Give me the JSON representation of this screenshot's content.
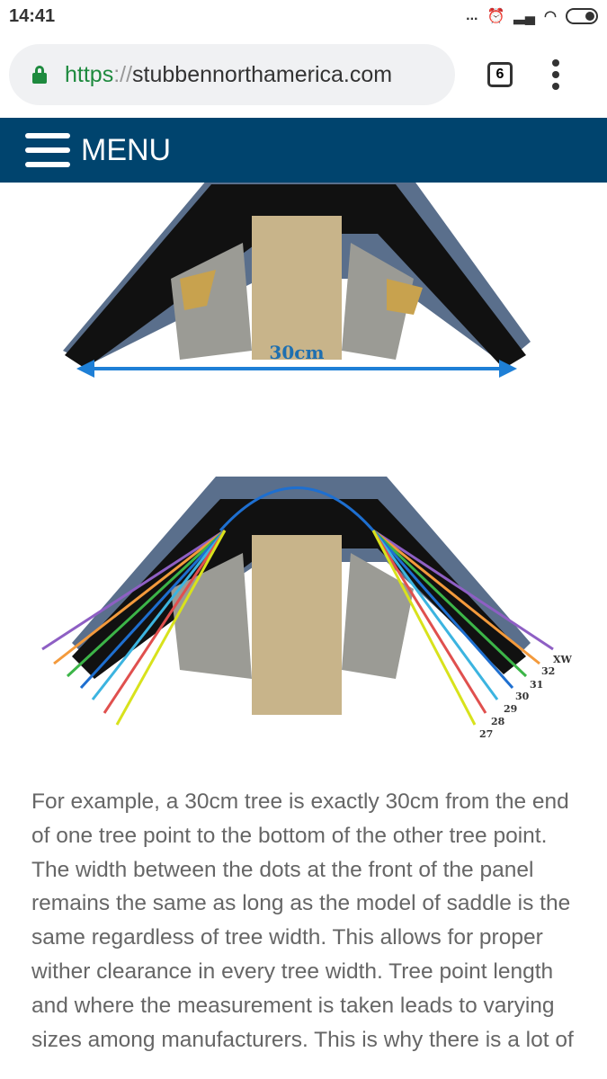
{
  "status_bar": {
    "time": "14:41",
    "dots": "..."
  },
  "browser": {
    "url_scheme": "https",
    "url_sep": "://",
    "url_host": "stubbennorthamerica.com",
    "tab_count": "6"
  },
  "nav": {
    "menu_label": "MENU"
  },
  "figure1": {
    "measure_label": "30cm"
  },
  "figure2": {
    "size_labels": [
      "XW",
      "32",
      "31",
      "30",
      "29",
      "28",
      "27"
    ],
    "line_colors": [
      "#8e5fc4",
      "#f39a3c",
      "#3cb548",
      "#1e6fd0",
      "#3cb4e0",
      "#e0504e",
      "#d8e21c"
    ]
  },
  "body_text": "For example, a 30cm tree is exactly 30cm from the end of one tree point to the bottom of the other tree point. The width between the dots at the front of the panel remains the same as long as the model of saddle is the same regardless of tree width. This allows for proper wither clearance in every tree width. Tree point length and where the measurement is taken leads to varying sizes among manufacturers. This is why there is a lot of"
}
